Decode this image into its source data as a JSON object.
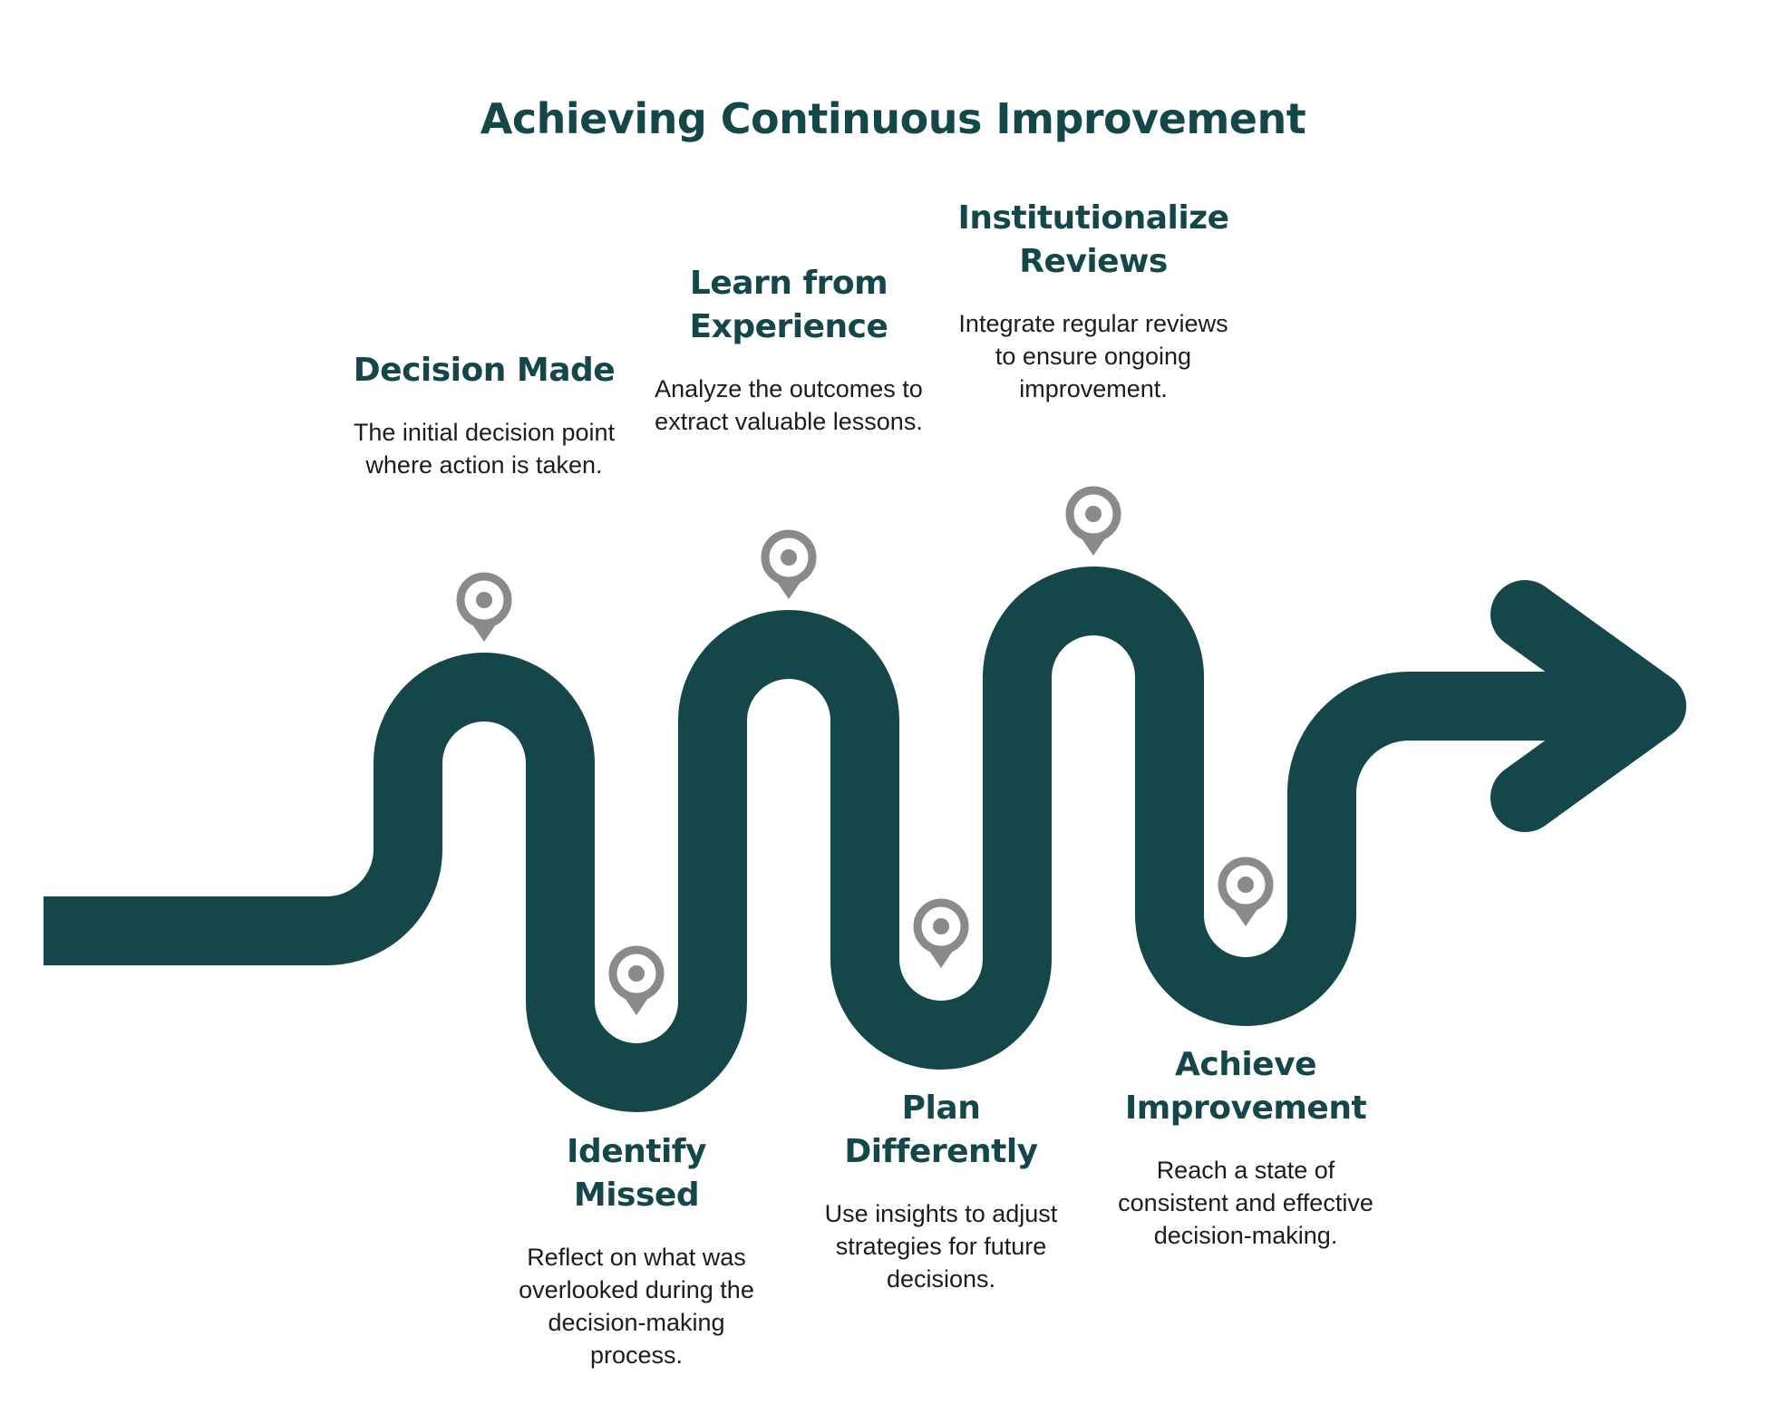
{
  "title": "Achieving Continuous Improvement",
  "colors": {
    "road": "#15474a",
    "pin": "#8a8a8a",
    "heading": "#15474a",
    "body": "#1c1c1c"
  },
  "steps": [
    {
      "title": "Decision Made",
      "description": "The initial decision point where action is taken.",
      "icon": "map-pin-icon"
    },
    {
      "title": "Identify Missed",
      "description": "Reflect on what was overlooked during the decision-making process.",
      "icon": "map-pin-icon"
    },
    {
      "title": "Learn from Experience",
      "description": "Analyze the outcomes to extract valuable lessons.",
      "icon": "map-pin-icon"
    },
    {
      "title": "Plan Differently",
      "description": "Use insights to adjust strategies for future decisions.",
      "icon": "map-pin-icon"
    },
    {
      "title": "Institutionalize Reviews",
      "description": "Integrate regular reviews to ensure ongoing improvement.",
      "icon": "map-pin-icon"
    },
    {
      "title": "Achieve Improvement",
      "description": "Reach a state of consistent and effective decision-making.",
      "icon": "map-pin-icon"
    }
  ]
}
